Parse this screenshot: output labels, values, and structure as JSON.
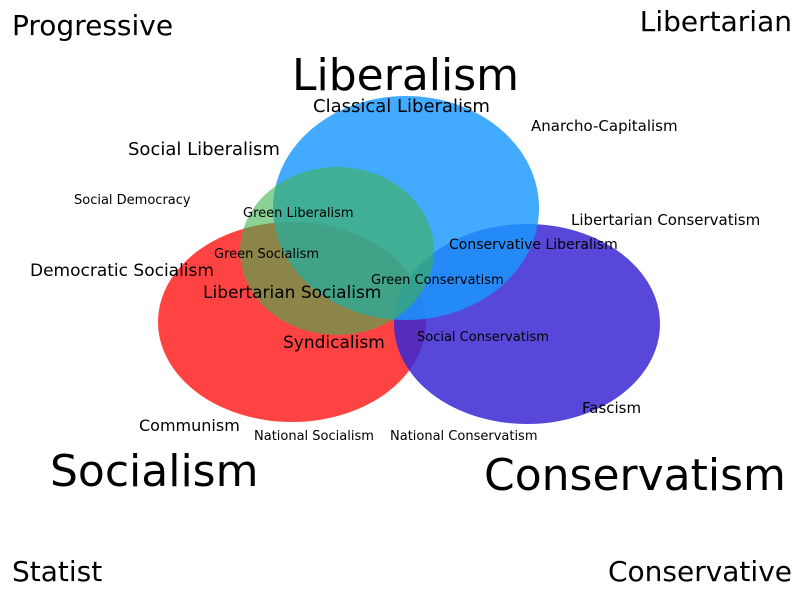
{
  "corners": {
    "top_left": "Progressive",
    "top_right": "Libertarian",
    "bottom_left": "Statist",
    "bottom_right": "Conservative"
  },
  "sets": [
    {
      "id": "liberalism",
      "label": "Liberalism",
      "color": "#2ea3ff"
    },
    {
      "id": "green",
      "label": "",
      "color": "#5cc46a"
    },
    {
      "id": "socialism",
      "label": "Socialism",
      "color": "#ff3333"
    },
    {
      "id": "conservatism",
      "label": "Conservatism",
      "color": "#4433d6"
    }
  ],
  "labels": {
    "classical_liberalism": "Classical Liberalism",
    "anarcho_capitalism": "Anarcho-Capitalism",
    "social_liberalism": "Social Liberalism",
    "social_democracy": "Social Democracy",
    "green_liberalism": "Green Liberalism",
    "libertarian_conservatism": "Libertarian Conservatism",
    "conservative_liberalism": "Conservative Liberalism",
    "green_socialism": "Green Socialism",
    "democratic_socialism": "Democratic Socialism",
    "green_conservatism": "Green Conservatism",
    "libertarian_socialism": "Libertarian Socialism",
    "syndicalism": "Syndicalism",
    "social_conservatism": "Social Conservatism",
    "fascism": "Fascism",
    "communism": "Communism",
    "national_socialism": "National Socialism",
    "national_conservatism": "National Conservatism"
  }
}
